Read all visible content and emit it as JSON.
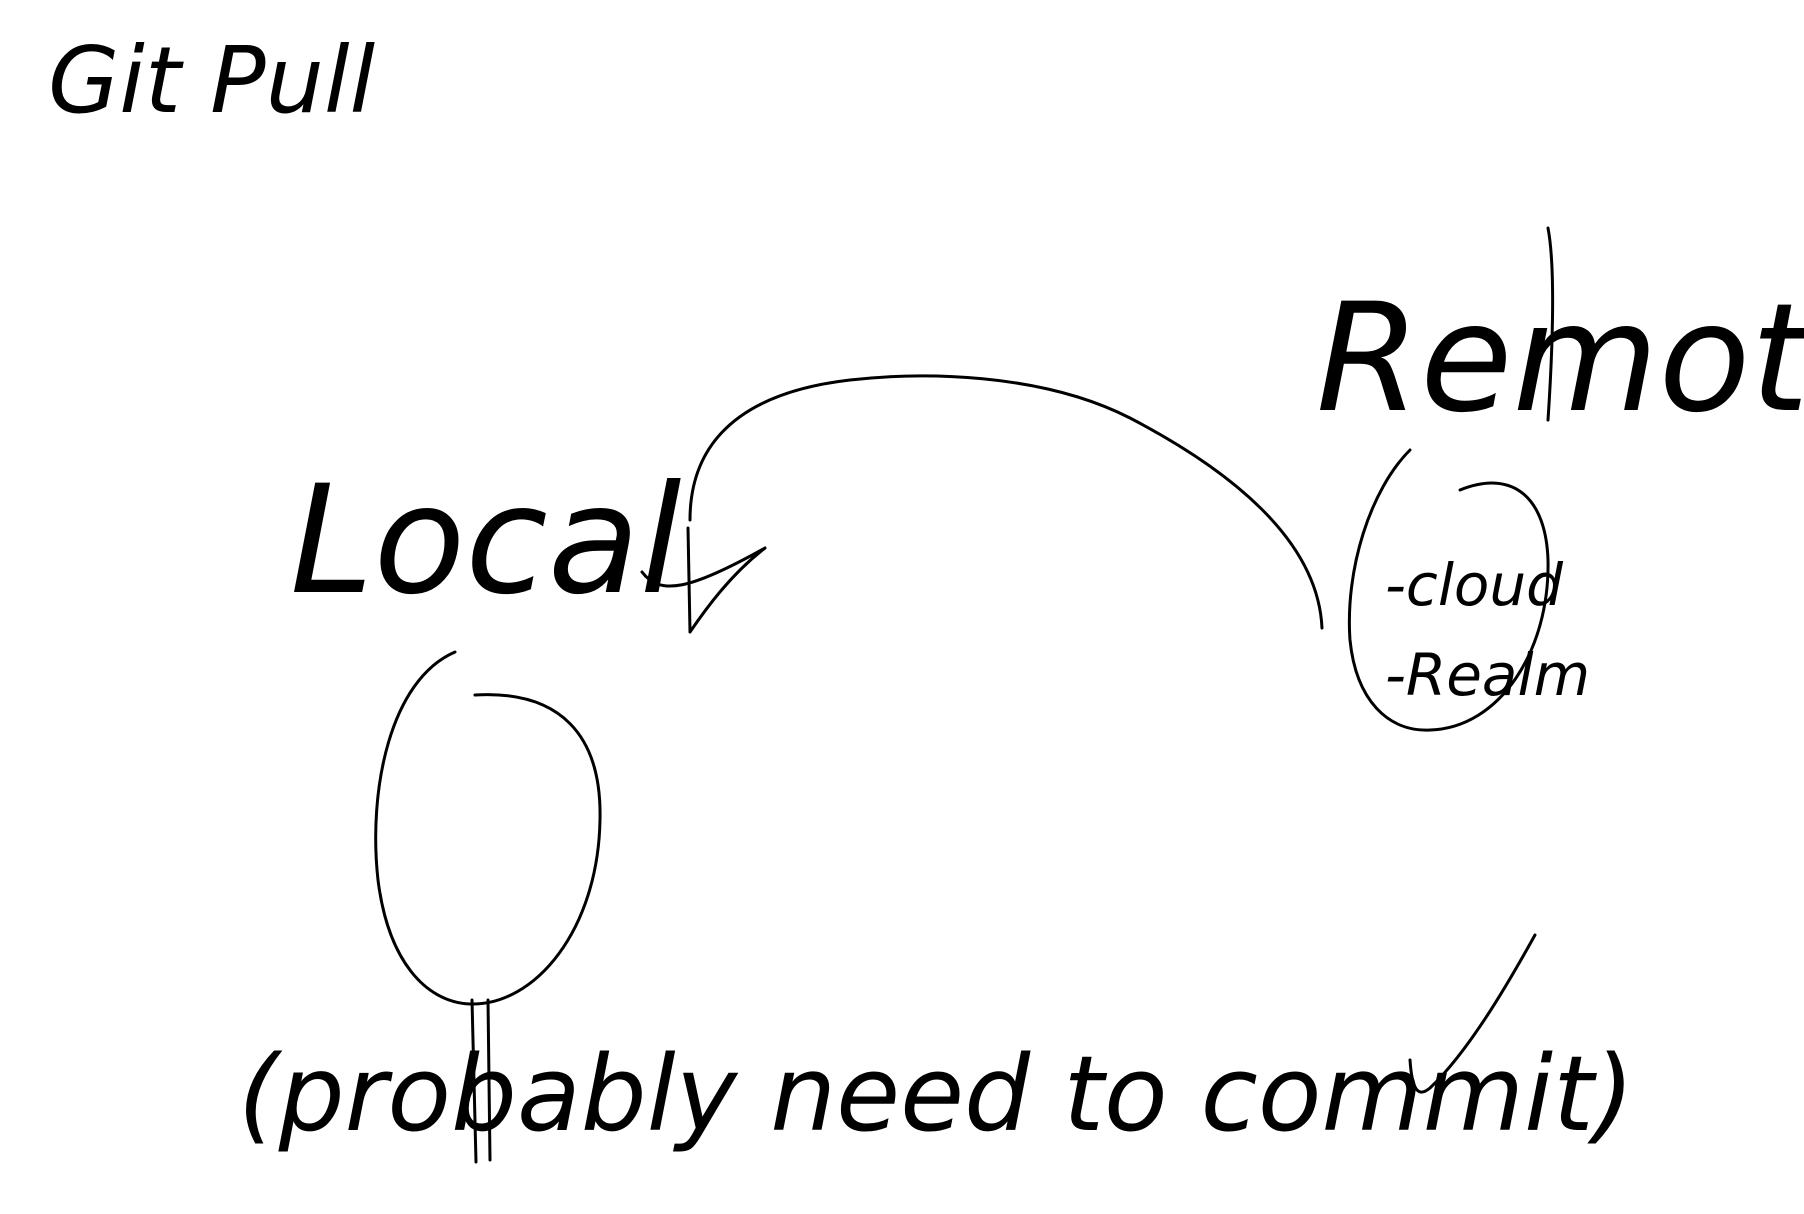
{
  "title": "Git Pull",
  "nodes": {
    "local": {
      "label": "Local"
    },
    "remote": {
      "label": "Remote",
      "items": [
        "-cloud",
        "-Realm"
      ]
    }
  },
  "annotation": "(probably need to commit)",
  "arrow": {
    "from": "remote",
    "to": "local"
  },
  "ink_color": "#000000",
  "background_color": "#ffffff"
}
